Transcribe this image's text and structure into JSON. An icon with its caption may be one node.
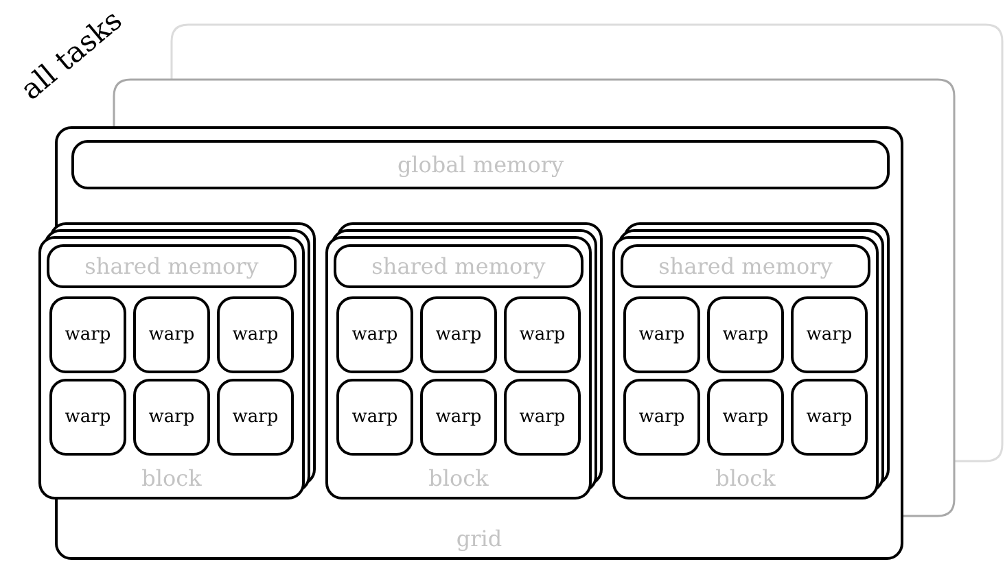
{
  "diagram": {
    "nodes": [
      {
        "text": [
          "grid"
        ]
      },
      {
        "text": [
          "global memory"
        ],
        "in": 0
      },
      {
        "text": [
          "block"
        ],
        "in": 0
      },
      {
        "text": [
          "shared memory"
        ],
        "in": 2
      },
      {
        "text": [
          "warp"
        ],
        "in": 2
      },
      {
        "text": [
          "warp"
        ],
        "in": 2
      },
      {
        "text": [
          "warp"
        ],
        "in": 2
      },
      {
        "text": [
          "warp"
        ],
        "in": 2
      },
      {
        "text": [
          "warp"
        ],
        "in": 2
      },
      {
        "text": [
          "warp"
        ],
        "in": 2
      },
      {
        "text": [
          "block"
        ],
        "in": 0
      },
      {
        "text": [
          "shared memory"
        ],
        "in": 10
      },
      {
        "text": [
          "warp"
        ],
        "in": 10
      },
      {
        "text": [
          "warp"
        ],
        "in": 10
      },
      {
        "text": [
          "warp"
        ],
        "in": 10
      },
      {
        "text": [
          "warp"
        ],
        "in": 10
      },
      {
        "text": [
          "warp"
        ],
        "in": 10
      },
      {
        "text": [
          "warp"
        ],
        "in": 10
      },
      {
        "text": [
          "block"
        ],
        "in": 0
      },
      {
        "text": [
          "shared memory"
        ],
        "in": 18
      },
      {
        "text": [
          "warp"
        ],
        "in": 18
      },
      {
        "text": [
          "warp"
        ],
        "in": 18
      },
      {
        "text": [
          "warp"
        ],
        "in": 18
      },
      {
        "text": [
          "warp"
        ],
        "in": 18
      },
      {
        "text": [
          "warp"
        ],
        "in": 18
      },
      {
        "text": [
          "warp"
        ],
        "in": 18
      }
    ],
    "labels": [
      "all tasks"
    ]
  }
}
